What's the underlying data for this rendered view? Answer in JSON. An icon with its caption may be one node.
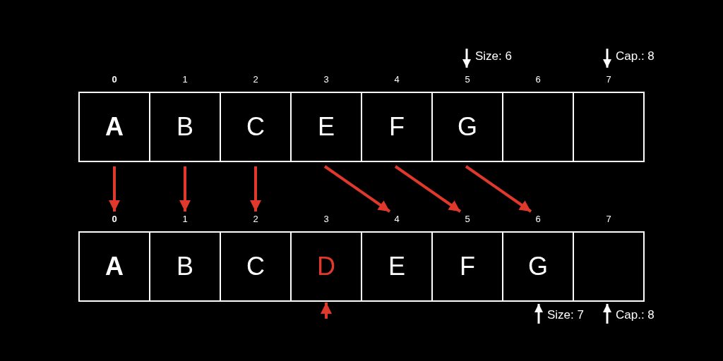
{
  "diagram": {
    "nodes": [
      {
        "text": [
          "**A**"
        ],
        "beside": [
          "**0**"
        ]
      },
      {
        "text": [
          "B"
        ],
        "beside": [
          "1"
        ]
      },
      {
        "text": [
          "C"
        ],
        "beside": [
          "2"
        ]
      },
      {
        "text": [
          "E"
        ],
        "beside": [
          "3"
        ]
      },
      {
        "text": [
          "F"
        ],
        "beside": [
          "4"
        ]
      },
      {
        "text": [
          "G"
        ],
        "beside": [
          "5"
        ]
      },
      {
        "text": [],
        "shape": "box",
        "beside": [
          "6"
        ]
      },
      {
        "text": [],
        "shape": "box",
        "beside": [
          "7"
        ]
      },
      {
        "text": [
          "**A**"
        ],
        "beside": [
          "**0**"
        ]
      },
      {
        "text": [
          "B"
        ],
        "beside": [
          "1"
        ]
      },
      {
        "text": [
          "C"
        ],
        "beside": [
          "2"
        ]
      },
      {
        "text": [
          "D"
        ],
        "beside": [
          "3"
        ]
      },
      {
        "text": [
          "E"
        ],
        "beside": [
          "4"
        ]
      },
      {
        "text": [
          "F"
        ],
        "beside": [
          "5"
        ]
      },
      {
        "text": [
          "G"
        ],
        "beside": [
          "6"
        ]
      },
      {
        "text": [],
        "shape": "box",
        "beside": [
          "7"
        ]
      },
      {
        "text": [
          "Size: 6"
        ]
      },
      {
        "text": [
          "Cap.: 8"
        ]
      },
      {
        "text": [
          "Size: 7"
        ]
      },
      {
        "text": [
          "Cap.: 8"
        ]
      }
    ],
    "edges": [
      {
        "from": 0,
        "to": 8,
        "arrow": "to"
      },
      {
        "from": 1,
        "to": 9,
        "arrow": "to"
      },
      {
        "from": 2,
        "to": 10,
        "arrow": "to"
      },
      {
        "from": 3,
        "to": 12,
        "arrow": "to"
      },
      {
        "from": 4,
        "to": 13,
        "arrow": "to"
      },
      {
        "from": 5,
        "to": 14,
        "arrow": "to"
      },
      {
        "from": null,
        "to": 11,
        "arrow": "to"
      },
      {
        "from": 16,
        "to": 5,
        "arrow": "to",
        "color": "#ffffff"
      },
      {
        "from": 17,
        "to": 7,
        "arrow": "to",
        "color": "#ffffff"
      },
      {
        "from": 18,
        "to": 14,
        "arrow": "to",
        "color": "#ffffff"
      },
      {
        "from": 19,
        "to": 15,
        "arrow": "to",
        "color": "#ffffff"
      }
    ]
  }
}
